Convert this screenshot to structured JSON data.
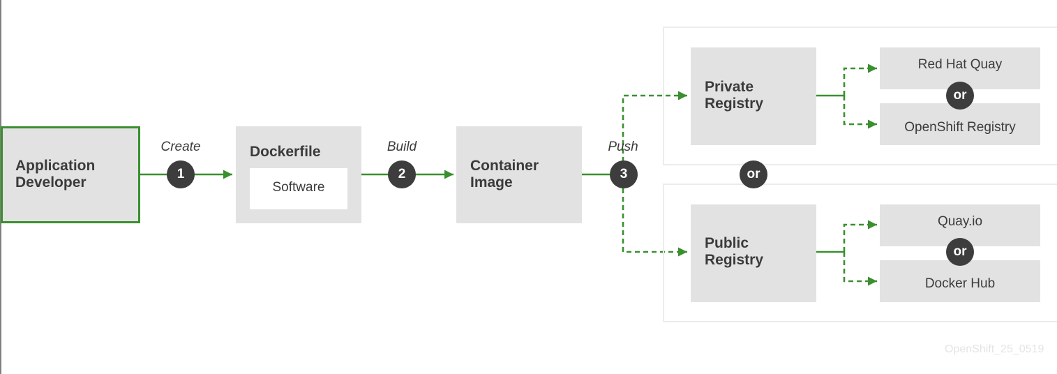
{
  "nodes": {
    "developer": "Application\nDeveloper",
    "dockerfile": "Dockerfile",
    "software": "Software",
    "container_image": "Container\nImage",
    "private_registry": "Private\nRegistry",
    "public_registry": "Public\nRegistry",
    "red_hat_quay": "Red Hat Quay",
    "openshift_registry": "OpenShift Registry",
    "quay_io": "Quay.io",
    "docker_hub": "Docker Hub"
  },
  "steps": [
    {
      "number": "1",
      "label": "Create"
    },
    {
      "number": "2",
      "label": "Build"
    },
    {
      "number": "3",
      "label": "Push"
    }
  ],
  "or_label": "or",
  "footer_id": "OpenShift_25_0519",
  "colors": {
    "arrow_green": "#3a8f2f",
    "box_fill": "#e2e2e2",
    "badge_dark": "#3d3d3d",
    "text_dark": "#3b3b3b"
  }
}
